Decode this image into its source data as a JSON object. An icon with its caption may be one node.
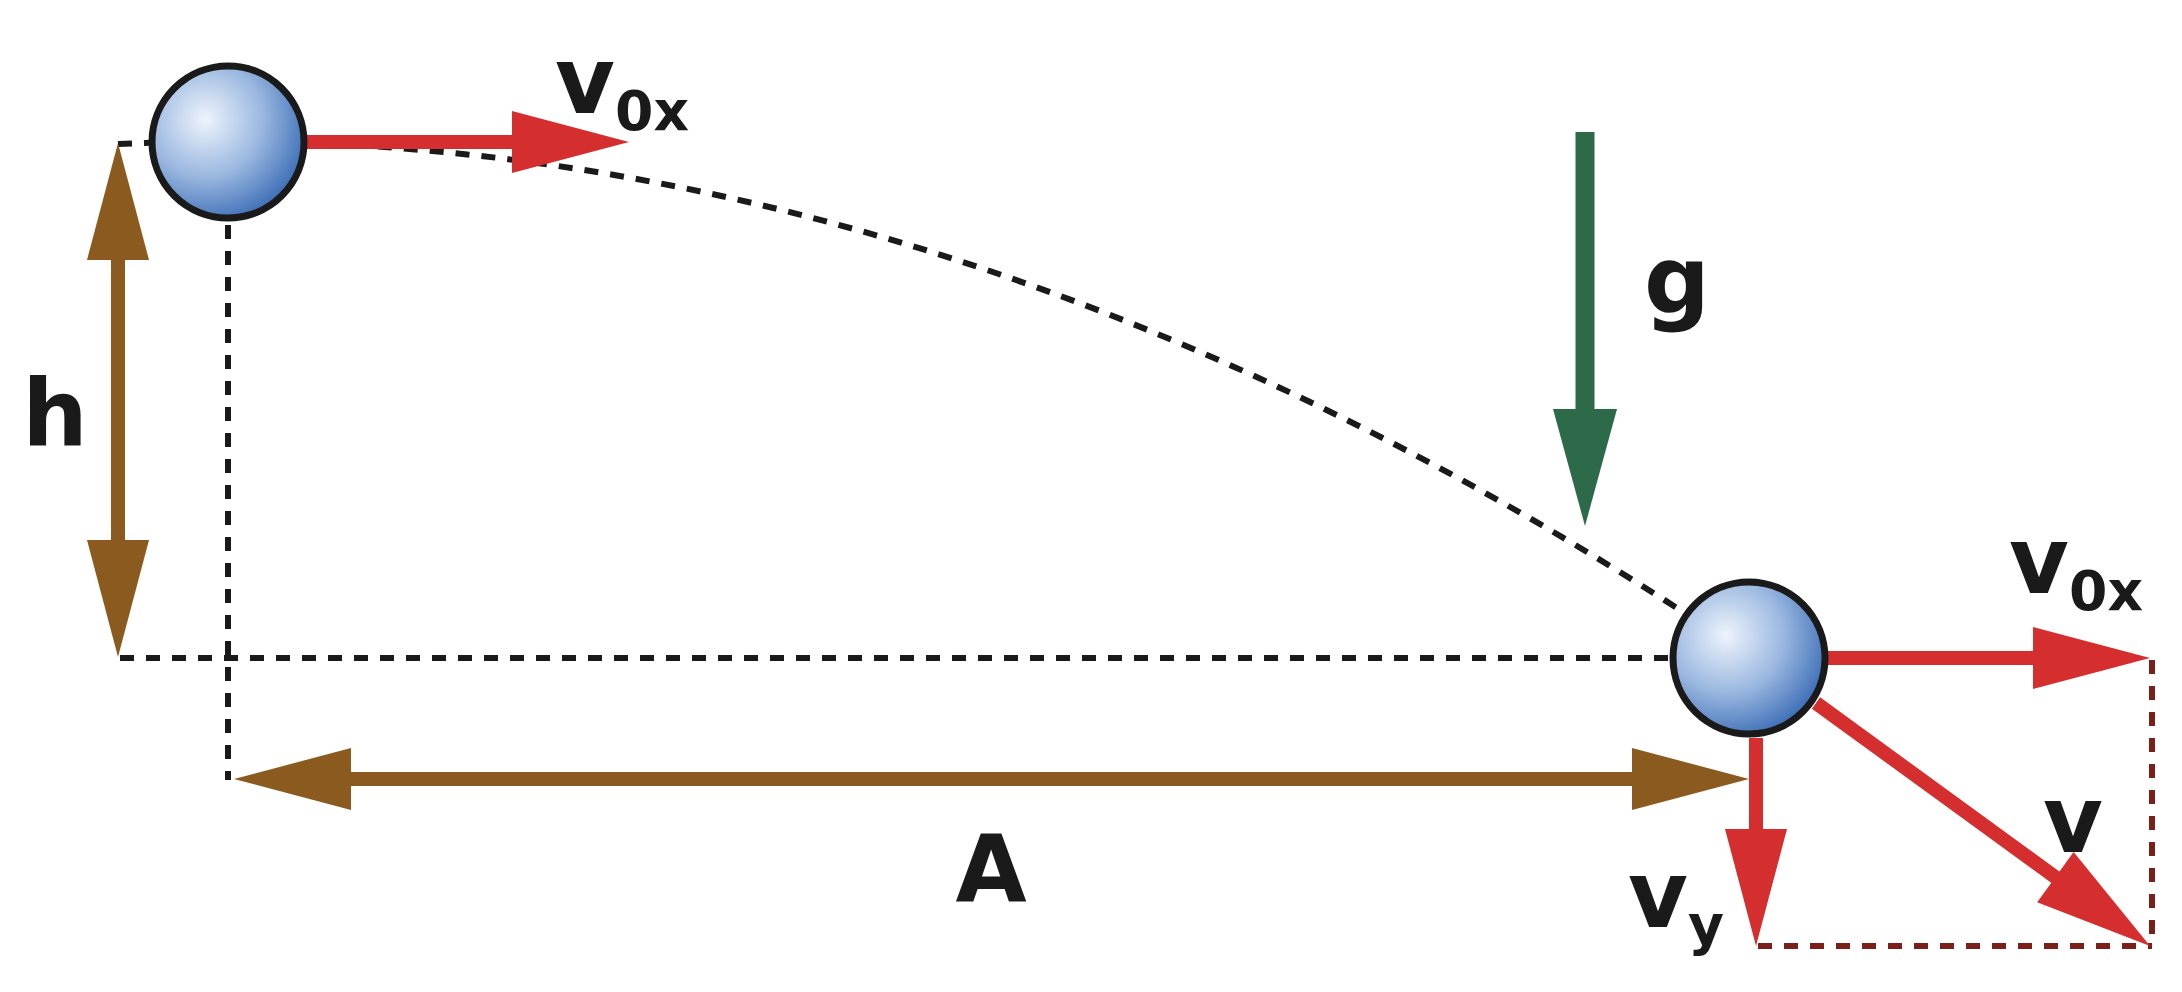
{
  "diagram": {
    "nodes": [
      {
        "text": [],
        "shape": "circle"
      },
      {
        "text": [],
        "shape": "circle"
      }
    ],
    "labels": [
      "v$_{0x}$",
      "g",
      "h",
      "A",
      "v$_{0x}$",
      "v",
      "v$_{y}$"
    ]
  }
}
